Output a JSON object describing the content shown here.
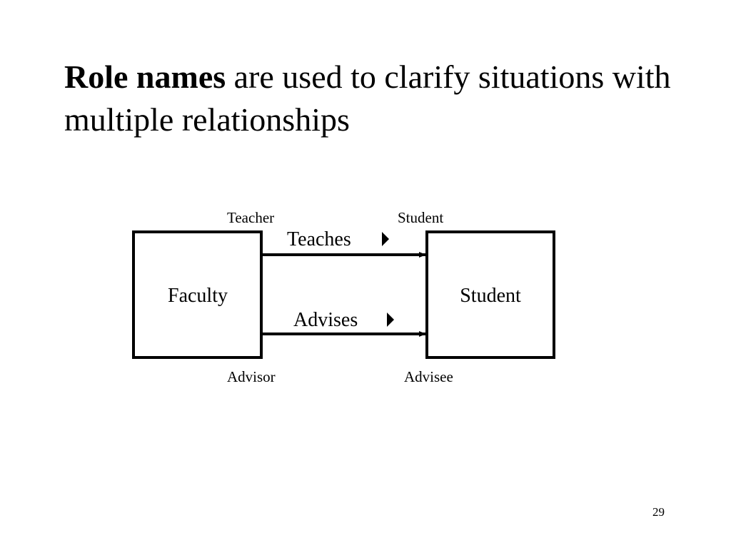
{
  "slide": {
    "title_bold": "Role names",
    "title_rest": " are used to clarify situations with multiple relationships",
    "page_number": "29"
  },
  "diagram": {
    "entities": {
      "left": "Faculty",
      "right": "Student"
    },
    "relationships": {
      "top": {
        "label": "Teaches",
        "role_left": "Teacher",
        "role_right": "Student"
      },
      "bottom": {
        "label": "Advises",
        "role_left": "Advisor",
        "role_right": "Advisee"
      }
    }
  }
}
